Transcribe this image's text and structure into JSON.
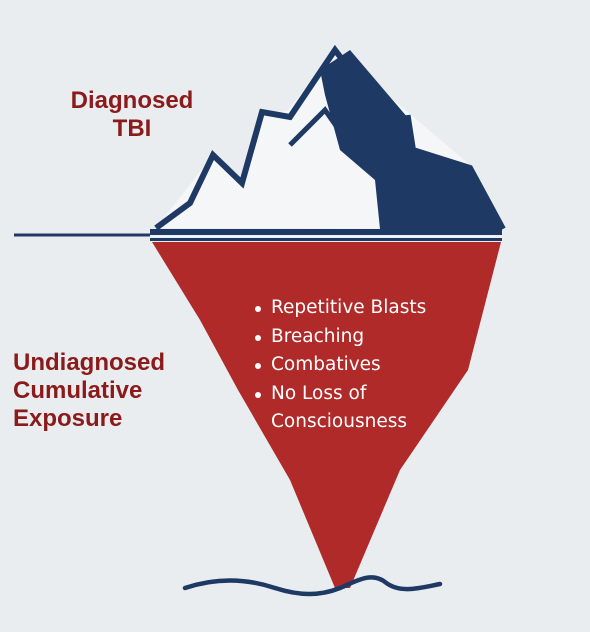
{
  "labels": {
    "top_line1": "Diagnosed",
    "top_line2": "TBI",
    "bottom_line1": "Undiagnosed",
    "bottom_line2": "Cumulative",
    "bottom_line3": "Exposure"
  },
  "bullets": [
    "Repetitive Blasts",
    "Breaching",
    "Combatives",
    "No Loss of",
    "Consciousness"
  ],
  "colors": {
    "background": "#e9edf0",
    "navy": "#1e3a64",
    "red": "#b12a2a",
    "label_red": "#8b1a1a",
    "bullet_text": "#ffffff"
  },
  "icons": {
    "iceberg_tip": "mountain-peak-icon",
    "iceberg_base": "inverted-triangle-icon",
    "water": "wave-icon"
  }
}
